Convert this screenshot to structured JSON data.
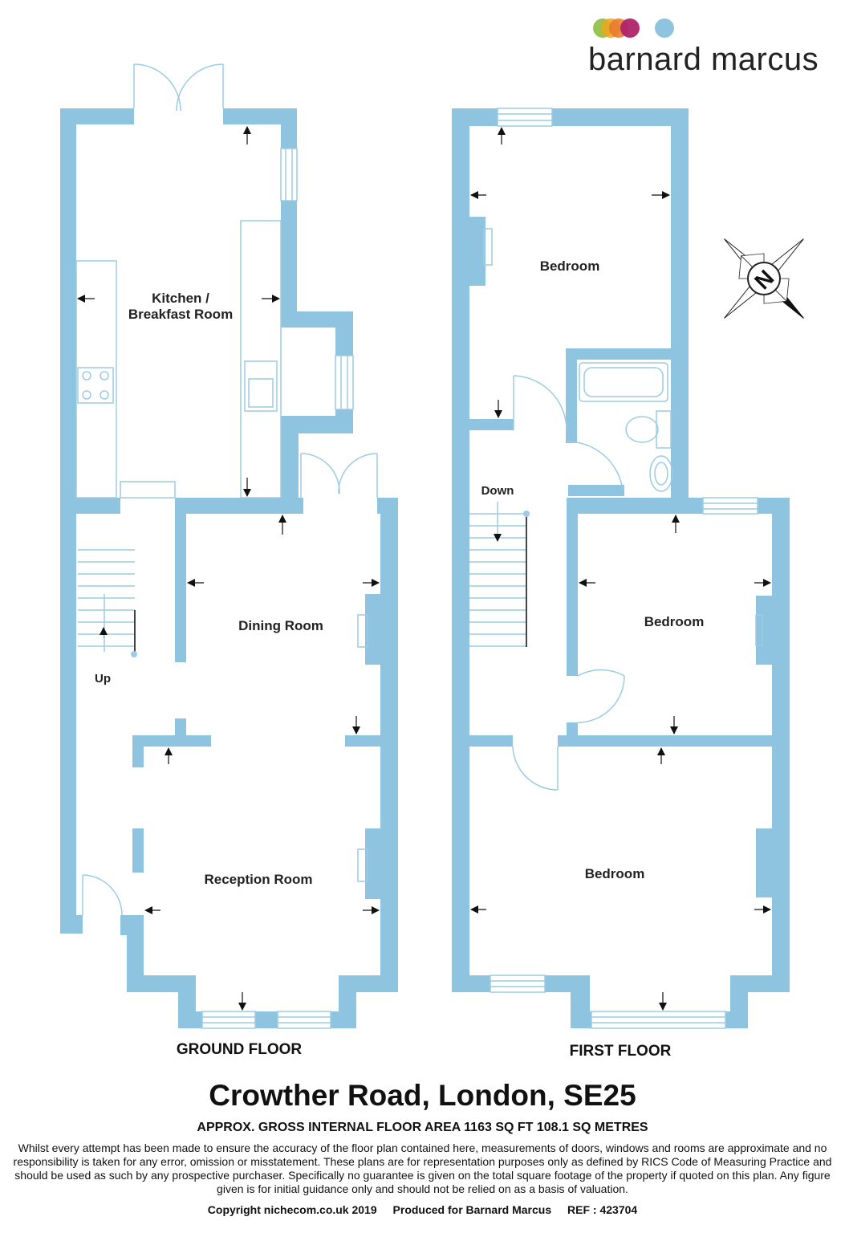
{
  "brand": {
    "name": "barnard marcus",
    "dot_colors": [
      "#8dbf3f",
      "#f2a51b",
      "#e8772e",
      "#b0236a",
      "#8ec4df"
    ]
  },
  "colors": {
    "wall": "#8ec4df",
    "line": "#9ccbe3",
    "text": "#222222"
  },
  "ground_floor": {
    "label": "GROUND FLOOR",
    "rooms": {
      "kitchen_line1": "Kitchen /",
      "kitchen_line2": "Breakfast Room",
      "dining": "Dining Room",
      "reception": "Reception Room"
    },
    "stairs_label": "Up"
  },
  "first_floor": {
    "label": "FIRST FLOOR",
    "rooms": {
      "bedroom_rear": "Bedroom",
      "bedroom_middle": "Bedroom",
      "bedroom_front": "Bedroom"
    },
    "stairs_label": "Down"
  },
  "compass": {
    "letter": "N"
  },
  "footer": {
    "address": "Crowther Road, London, SE25",
    "area": "APPROX. GROSS INTERNAL FLOOR AREA 1163 SQ FT 108.1 SQ METRES",
    "disclaimer": "Whilst every attempt has been made to ensure the accuracy of the floor plan contained here, measurements of doors, windows and rooms are approximate and no responsibility is taken for any error, omission or misstatement. These plans are for representation purposes only as defined by RICS Code of Measuring Practice and should be used as such by any prospective purchaser.  Specifically no guarantee is given on the total square footage of the property if quoted on this plan. Any figure given is for initial guidance only and should not be relied on as a basis of valuation.",
    "copyright": "Copyright nichecom.co.uk 2019",
    "produced_for": "Produced for Barnard Marcus",
    "ref": "REF : 423704"
  }
}
